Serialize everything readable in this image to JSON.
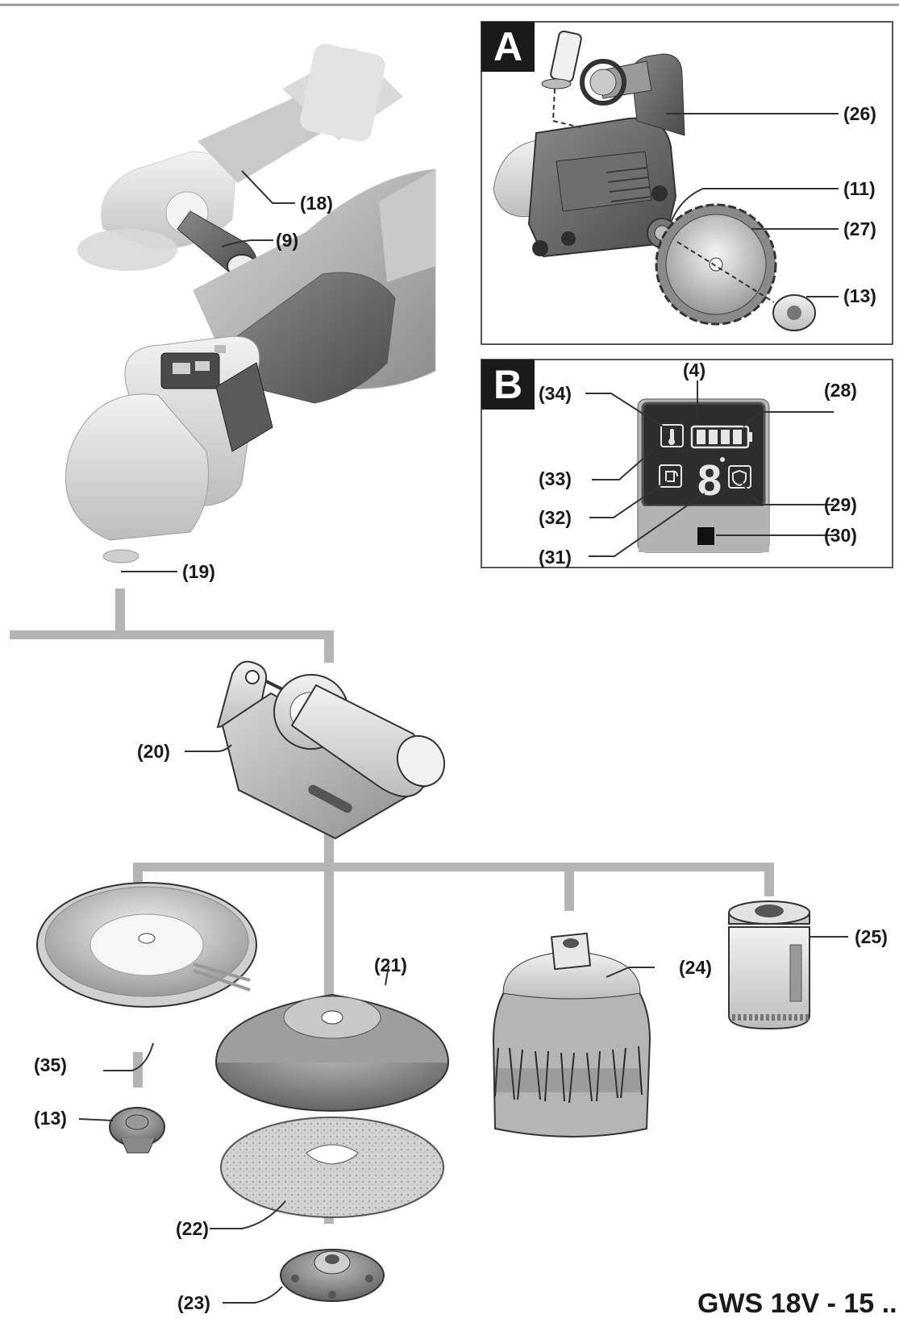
{
  "panels": {
    "a": {
      "letter": "A"
    },
    "b": {
      "letter": "B"
    }
  },
  "labels": {
    "l18": "(18)",
    "l9": "(9)",
    "l19": "(19)",
    "l26": "(26)",
    "l11": "(11)",
    "l27": "(27)",
    "l13a": "(13)",
    "l4": "(4)",
    "l34": "(34)",
    "l28": "(28)",
    "l33": "(33)",
    "l32": "(32)",
    "l29": "(29)",
    "l31": "(31)",
    "l30": "(30)",
    "l20": "(20)",
    "l21": "(21)",
    "l24": "(24)",
    "l25": "(25)",
    "l35": "(35)",
    "l13b": "(13)",
    "l22": "(22)",
    "l23": "(23)"
  },
  "display": {
    "digit": "8"
  },
  "model": "GWS 18V - 15 .."
}
